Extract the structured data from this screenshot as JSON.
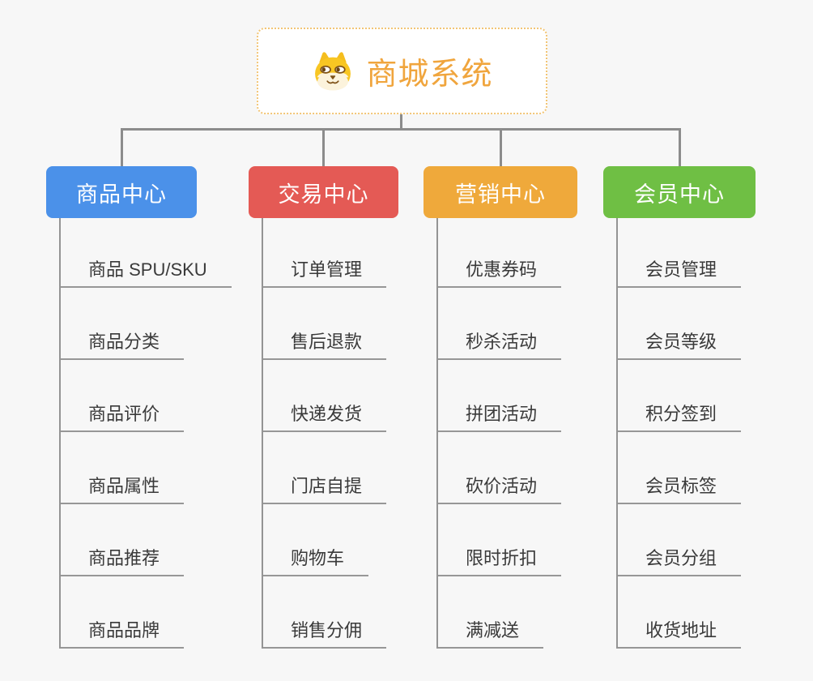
{
  "root": {
    "title": "商城系统",
    "icon": "shiba-dog-icon",
    "title_color": "#f0a53d",
    "border_color": "#f2c575"
  },
  "branches": [
    {
      "label": "商品中心",
      "color": "#4b91e9",
      "items": [
        "商品 SPU/SKU",
        "商品分类",
        "商品评价",
        "商品属性",
        "商品推荐",
        "商品品牌"
      ]
    },
    {
      "label": "交易中心",
      "color": "#e45a55",
      "items": [
        "订单管理",
        "售后退款",
        "快递发货",
        "门店自提",
        "购物车",
        "销售分佣"
      ]
    },
    {
      "label": "营销中心",
      "color": "#efa93b",
      "items": [
        "优惠券码",
        "秒杀活动",
        "拼团活动",
        "砍价活动",
        "限时折扣",
        "满减送"
      ]
    },
    {
      "label": "会员中心",
      "color": "#6fbf44",
      "items": [
        "会员管理",
        "会员等级",
        "积分签到",
        "会员标签",
        "会员分组",
        "收货地址"
      ]
    }
  ],
  "connector_color": "#8c8c8c",
  "background_color": "#f7f7f7"
}
